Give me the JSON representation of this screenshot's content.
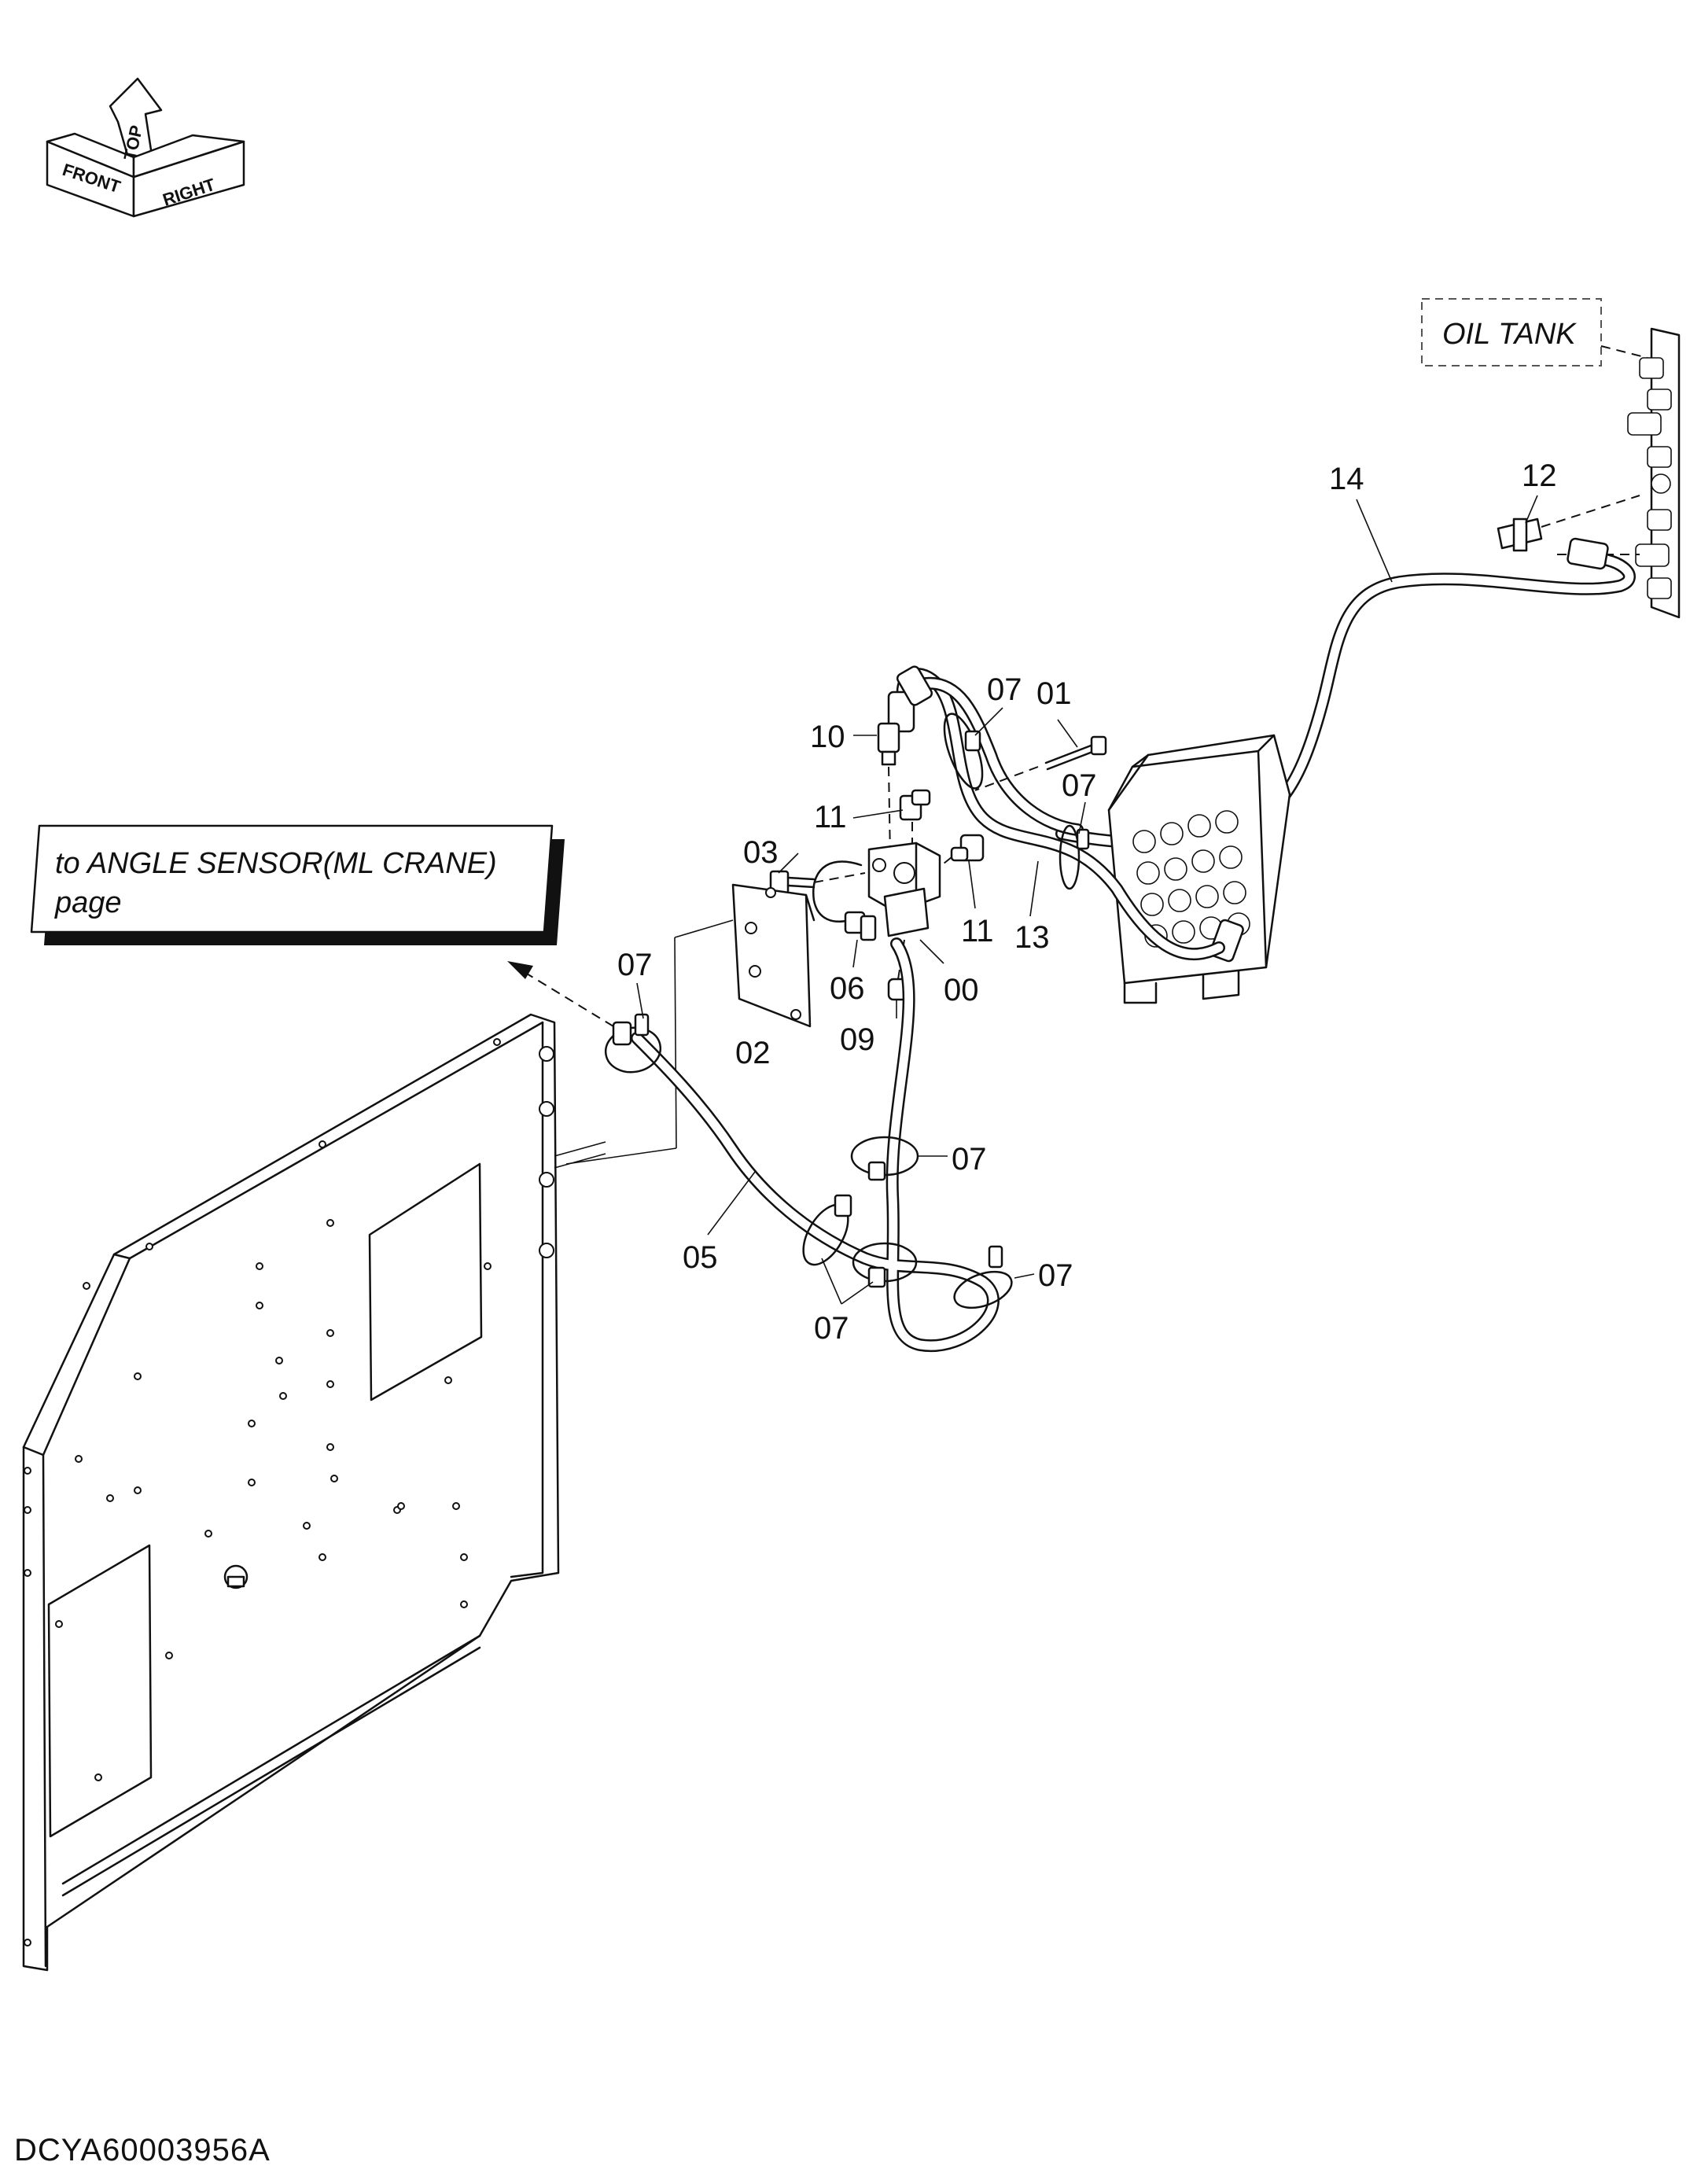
{
  "orientation_marker": {
    "top": "TOP",
    "front": "FRONT",
    "right": "RIGHT"
  },
  "labels": {
    "oil_tank": "OIL TANK",
    "angle_sensor_ref_line1": "to ANGLE SENSOR(ML CRANE)",
    "angle_sensor_ref_line2": "page"
  },
  "callouts": {
    "c14": "14",
    "c12": "12",
    "c07_top": "07",
    "c01": "01",
    "c10": "10",
    "c07_b": "07",
    "c11_a": "11",
    "c03": "03",
    "c11_b": "11",
    "c13": "13",
    "c07_left": "07",
    "c06": "06",
    "c00": "00",
    "c02": "02",
    "c09": "09",
    "c07_mid": "07",
    "c05": "05",
    "c07_right": "07",
    "c07_bottom": "07"
  },
  "document_id": "DCYA60003956A"
}
